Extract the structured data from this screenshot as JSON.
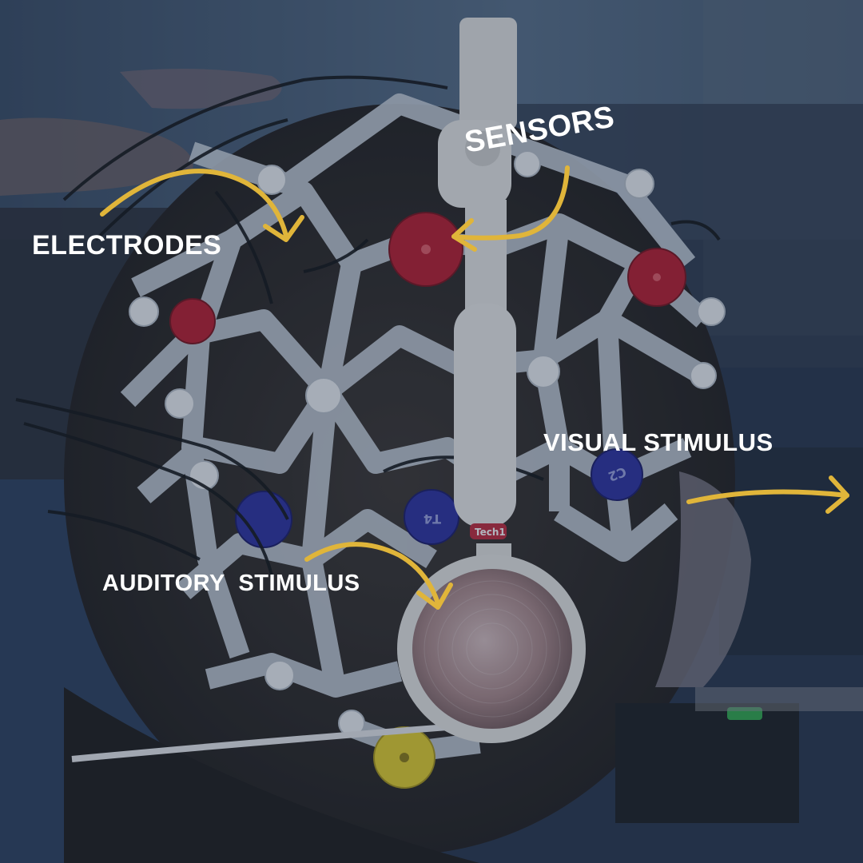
{
  "labels": {
    "electrodes": "ELECTRODES",
    "sensors": "SENSORS",
    "visual_stimulus": "VISUAL STIMULUS",
    "auditory_stimulus": "AUDITORY  STIMULUS"
  },
  "headphone_brand": "Tech1",
  "colors": {
    "overlay": "#1f2d44",
    "label_text": "#ffffff",
    "arrow": "#e0b53a",
    "electrode_red": "#b8192b",
    "electrode_blue": "#2a2fa0",
    "electrode_yellow": "#e3cf2a",
    "cap_silicone": "#c9d2dc",
    "hair": "#2b2724",
    "headphone_disc": "#b79c9b"
  }
}
